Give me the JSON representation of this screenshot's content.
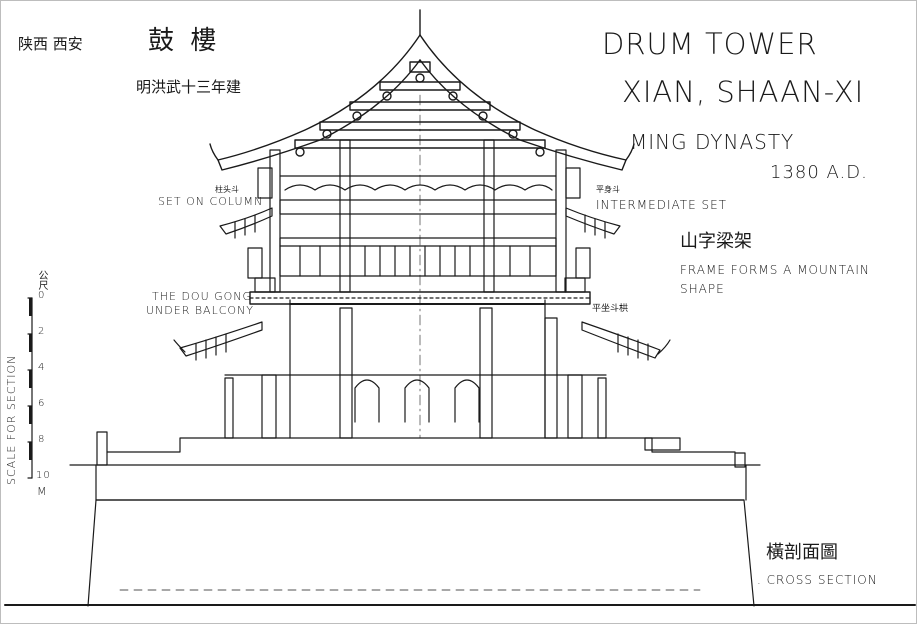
{
  "title_block": {
    "location_cn": "陕西 西安",
    "name_cn": "鼓 樓",
    "date_cn": "明洪武十三年建",
    "name_en": "DRUM TOWER",
    "location_en": "XIAN, SHAAN-XI",
    "dynasty": "MING DYNASTY",
    "year": "1380 A.D."
  },
  "annotations": {
    "set_on_column_cn": "柱头斗",
    "set_on_column": "SET ON COLUMN",
    "intermediate_set_cn": "平身斗",
    "intermediate_set": "INTERMEDIATE SET",
    "frame_cn": "山字梁架",
    "frame_line1": "FRAME FORMS A MOUNTAIN",
    "frame_line2": "SHAPE",
    "dougong_line1": "THE DOU GONG",
    "dougong_line2": "UNDER BALCONY",
    "balcony_set_cn": "平坐斗栱"
  },
  "scale": {
    "label": "SCALE FOR SECTION",
    "unit_cn": "公尺",
    "ticks": [
      "0",
      "2",
      "4",
      "6",
      "8",
      "10"
    ],
    "unit": "M"
  },
  "section_label": {
    "cn": "橫剖面圖",
    "en": ". CROSS SECTION"
  }
}
